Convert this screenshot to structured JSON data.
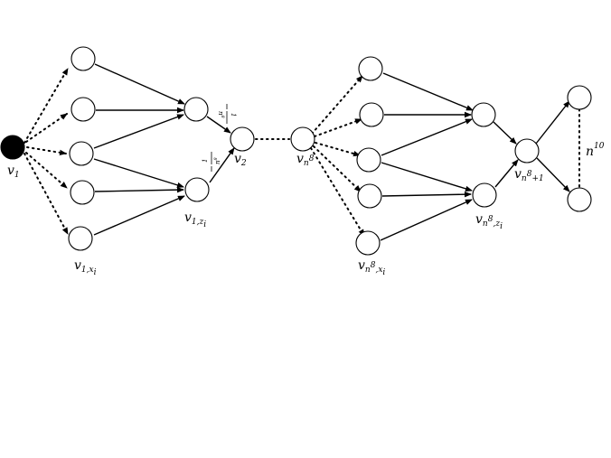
{
  "labels": {
    "v1_base": "v",
    "v1_sub": "1",
    "v1x_base": "v",
    "v1x_sub": "1,x",
    "v1x_subsub": "i",
    "v1z_base": "v",
    "v1z_sub": "1,z",
    "v1z_subsub": "i",
    "v2_base": "v",
    "v2_sub": "2",
    "vn8_base": "v",
    "vn8_sub": "n",
    "vn8_sup": "8",
    "vn8x_base": "v",
    "vn8x_sub": "n",
    "vn8x_sup": "8",
    "vn8x_sub2": ",x",
    "vn8x_subsub": "i",
    "vn8z_base": "v",
    "vn8z_sub": "n",
    "vn8z_sup": "8",
    "vn8z_sub2": ",z",
    "vn8z_subsub": "i",
    "vn81_base": "v",
    "vn81_sub": "n",
    "vn81_sup": "8",
    "vn81_sub2": "+1",
    "n10_base": "n",
    "n10_sup": "10"
  },
  "edge_weights": {
    "upper": {
      "numerator": "1",
      "denominator_base": "n",
      "denominator_sup": "8"
    },
    "lower": {
      "numerator": "1",
      "denominator_base": "n",
      "denominator_sup": "8"
    }
  }
}
